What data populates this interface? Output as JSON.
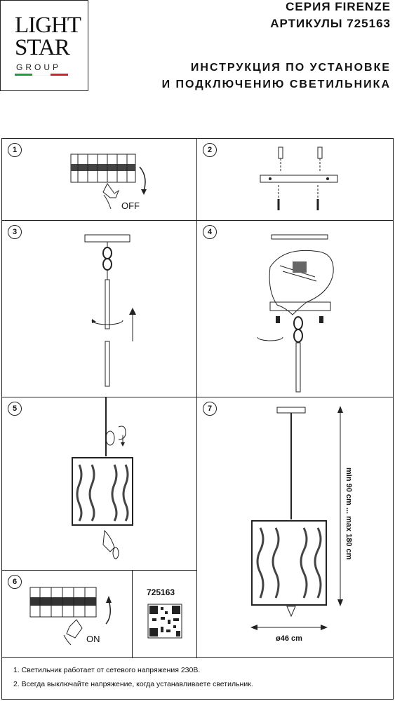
{
  "logo": {
    "line1": "LIGHT",
    "line2": "STAR",
    "line3": "GROUP",
    "flag_colors": [
      "#1a9e3a",
      "#ffffff",
      "#d21f2b"
    ]
  },
  "header": {
    "series": "СЕРИЯ FIRENZE",
    "articles": "АРТИКУЛЫ 725163",
    "title_line1": "ИНСТРУКЦИЯ ПО УСТАНОВКЕ",
    "title_line2": "И ПОДКЛЮЧЕНИЮ СВЕТИЛЬНИКА"
  },
  "steps": [
    {
      "number": "1",
      "label": "OFF"
    },
    {
      "number": "2"
    },
    {
      "number": "3"
    },
    {
      "number": "4"
    },
    {
      "number": "5"
    },
    {
      "number": "6",
      "label": "ON"
    },
    {
      "number": "7",
      "height_label": "min 90 cm ... max 180 cm",
      "width_label": "ø46 cm"
    }
  ],
  "qr": {
    "article": "725163"
  },
  "notes": [
    "1. Светильник работает от сетевого напряжения 230В.",
    "2. Всегда выключайте напряжение, когда устанавливаете светильник."
  ]
}
